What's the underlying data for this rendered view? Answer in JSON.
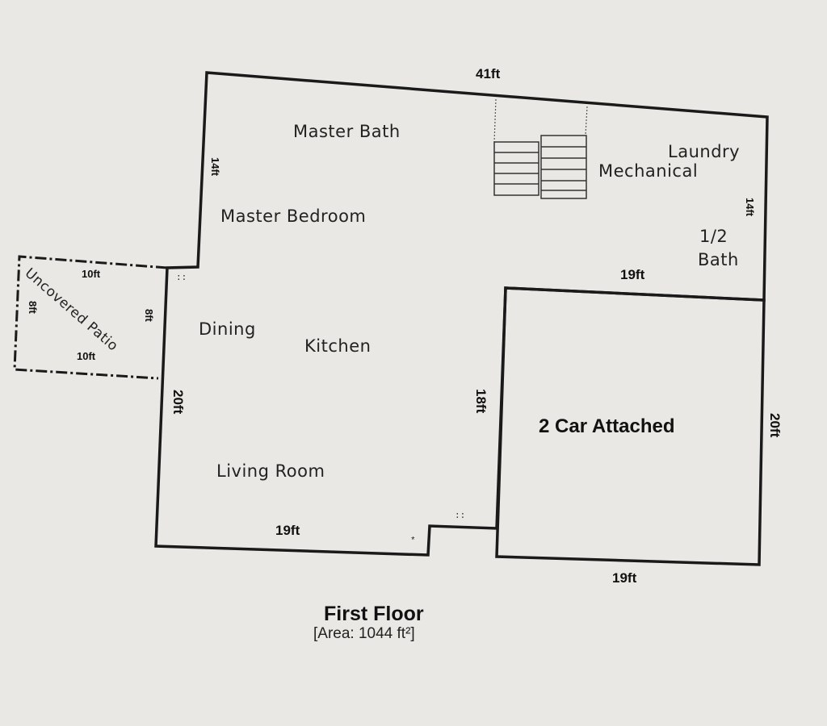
{
  "rooms": {
    "master_bath": "Master Bath",
    "master_bedroom": "Master Bedroom",
    "laundry": "Laundry",
    "mechanical": "Mechanical",
    "half_bath_line1": "1/2",
    "half_bath_line2": "Bath",
    "dining": "Dining",
    "kitchen": "Kitchen",
    "living_room": "Living Room",
    "garage": "2 Car Attached",
    "patio": "Uncovered Patio"
  },
  "dimensions": {
    "top": "41ft",
    "bedroom_left": "14ft",
    "laundry_right": "14ft",
    "garage_top": "19ft",
    "garage_left": "18ft",
    "garage_right": "20ft",
    "garage_bottom": "19ft",
    "living_bottom": "19ft",
    "living_left": "20ft",
    "patio_top": "10ft",
    "patio_bottom": "10ft",
    "patio_left": "8ft",
    "patio_right": "8ft"
  },
  "caption": {
    "title": "First Floor",
    "area": "[Area: 1044 ft²]"
  },
  "colors": {
    "paper": "#e9e8e4",
    "ink": "#1a1a1a"
  }
}
